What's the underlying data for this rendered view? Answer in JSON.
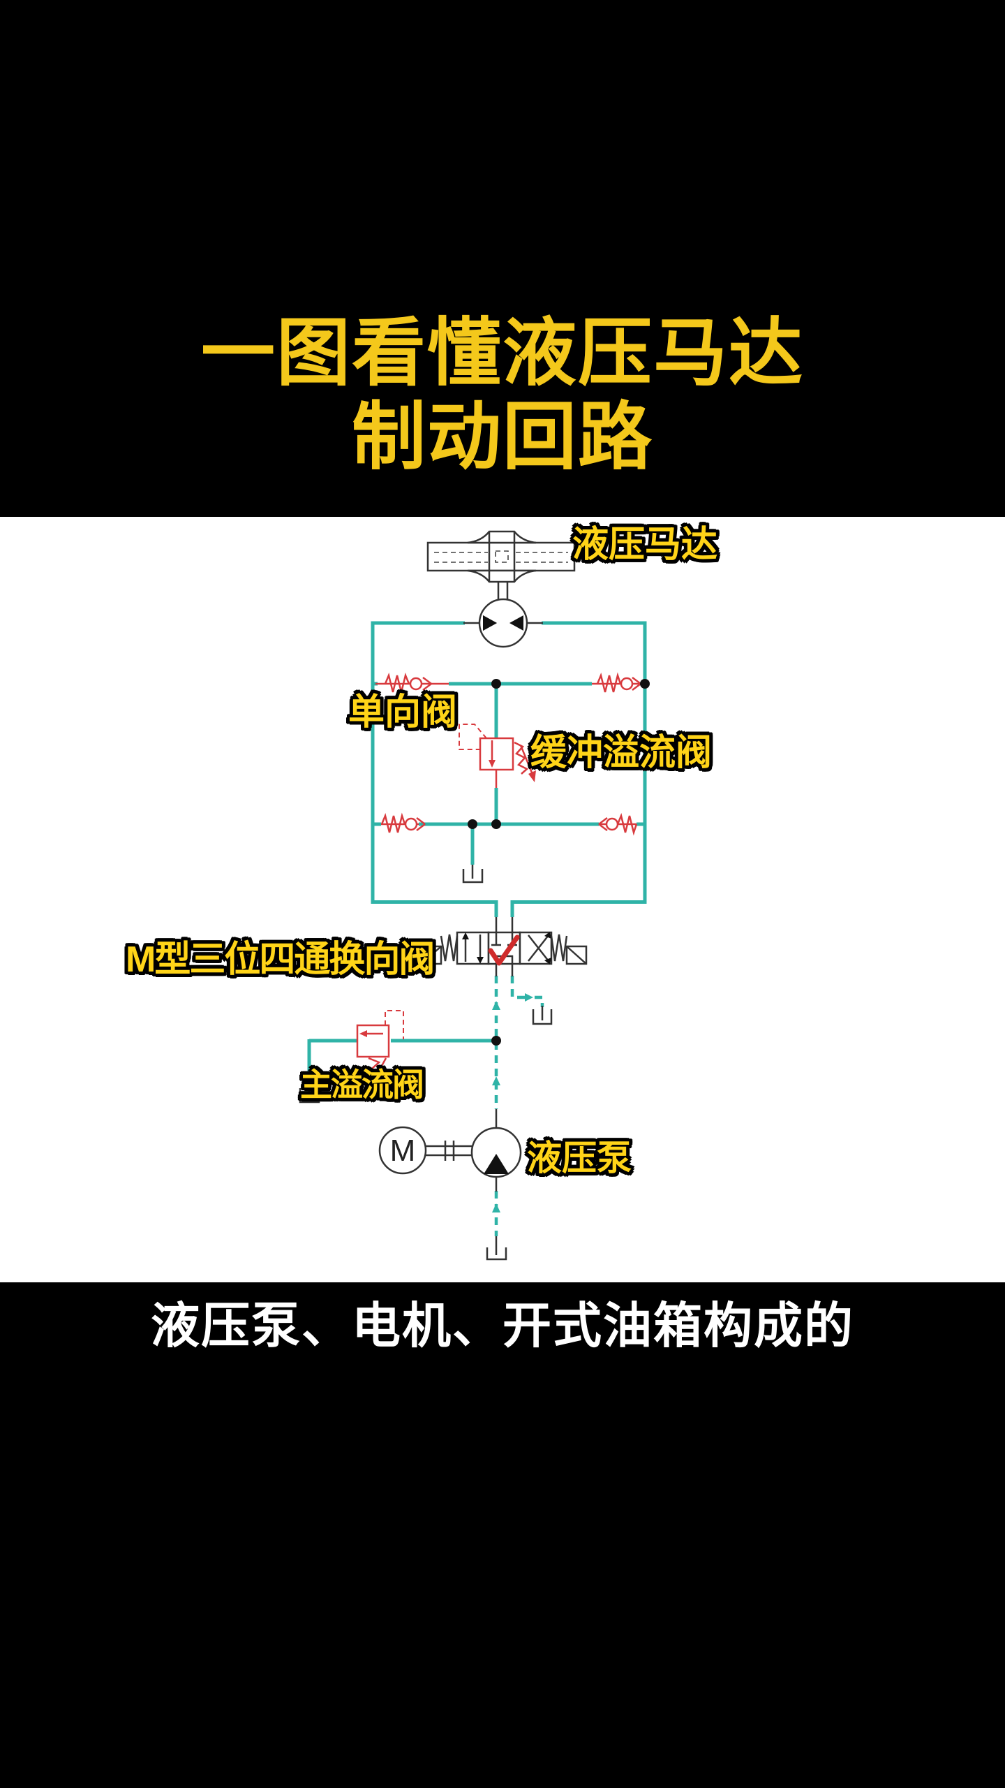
{
  "video": {
    "title_line1": "一图看懂液压马达",
    "title_line2": "制动回路",
    "caption": "液压泵、电机、开式油箱构成的"
  },
  "diagram": {
    "labels": {
      "hydraulic_motor": "液压马达",
      "check_valve": "单向阀",
      "buffer_relief_valve": "缓冲溢流阀",
      "directional_valve": "M型三位四通换向阀",
      "main_relief_valve": "主溢流阀",
      "hydraulic_pump": "液压泵"
    },
    "electric_motor_letter": "M",
    "components": [
      "load-symbol",
      "hydraulic-motor-symbol",
      "check-valve-icon",
      "buffer-relief-valve-symbol",
      "tank-icon",
      "m-type-directional-valve-symbol",
      "main-relief-valve-symbol",
      "electric-motor-symbol",
      "hydraulic-pump-symbol"
    ]
  },
  "colors": {
    "background": "#000000",
    "panel": "#ffffff",
    "title_yellow": "#f4c81b",
    "label_yellow": "#ffd418",
    "line_teal": "#2fb3a7",
    "symbol_red": "#d83a3e",
    "symbol_black": "#333333",
    "caption_white": "#ffffff"
  }
}
